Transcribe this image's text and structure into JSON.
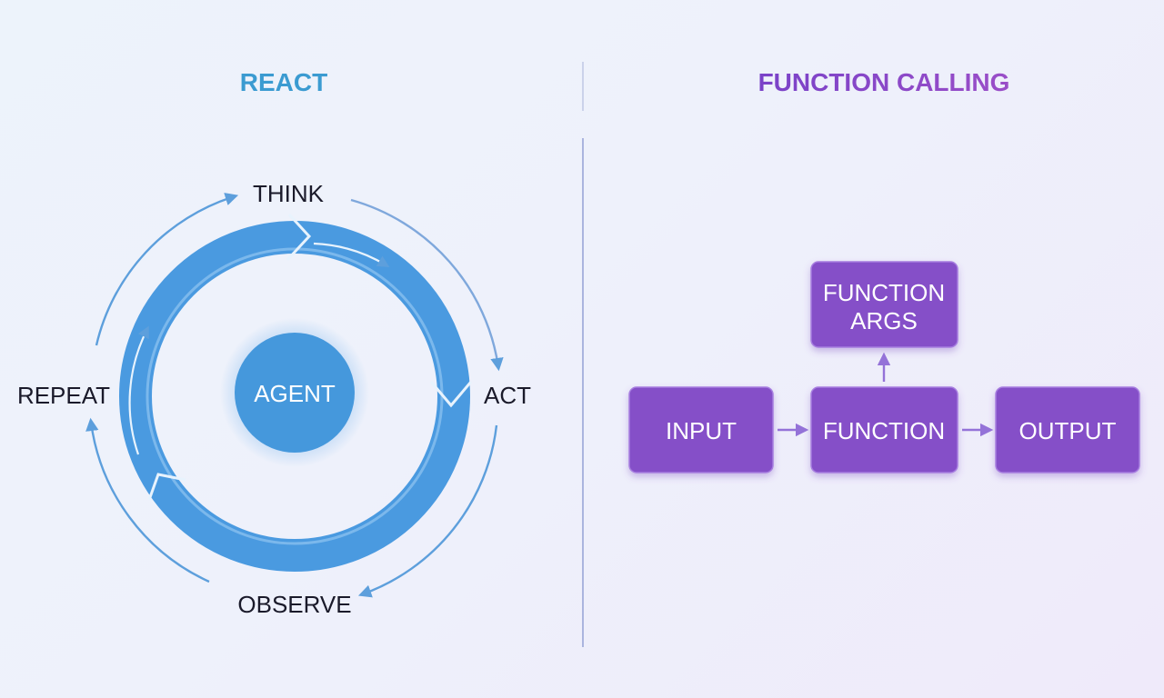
{
  "left_panel": {
    "title": "REACT",
    "center": "AGENT",
    "steps": {
      "think": "THINK",
      "act": "ACT",
      "observe": "OBSERVE",
      "repeat": "REPEAT"
    }
  },
  "right_panel": {
    "title": "FUNCTION CALLING",
    "nodes": {
      "input": "INPUT",
      "function": "FUNCTION",
      "output": "OUTPUT",
      "args_line1": "FUNCTION",
      "args_line2": "ARGS"
    }
  },
  "colors": {
    "react_title": "#3b9bd1",
    "function_title": "#8040c4",
    "ring_blue": "#4a9ae0",
    "agent_circle": "#4598dc",
    "box_purple": "#8550c8",
    "box_border": "#a77de0",
    "arrow_purple": "#9472d8",
    "label_dark": "#1a1a2a",
    "divider": "#9aa6d8"
  }
}
